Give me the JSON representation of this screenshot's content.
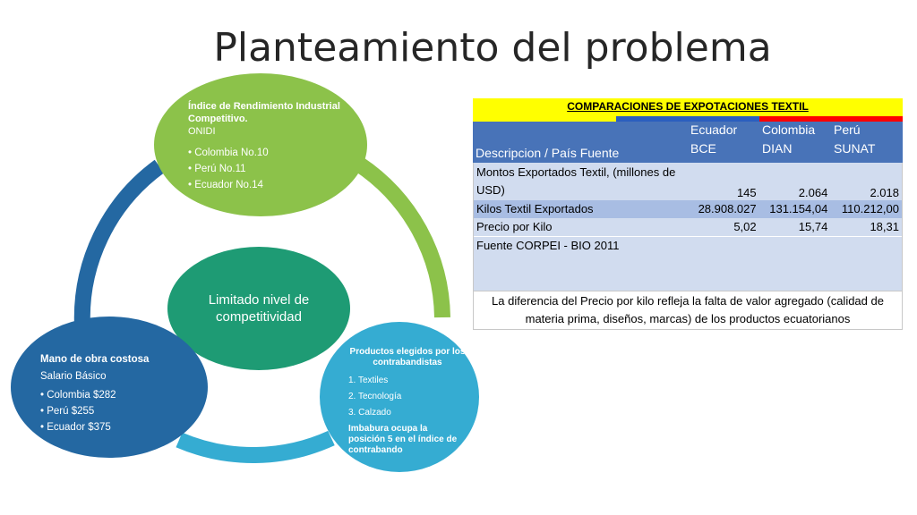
{
  "slide": {
    "title": "Planteamiento del problema"
  },
  "diagram": {
    "center": {
      "label": "Limitado nivel de competitividad"
    },
    "top": {
      "heading": "Índice de Rendimiento Industrial Competitivo.",
      "subheading": "ONIDI",
      "items": [
        "• Colombia No.10",
        "• Perú No.11",
        "• Ecuador No.14"
      ]
    },
    "right": {
      "heading": "Productos elegidos por los contrabandistas",
      "items": [
        "1. Textiles",
        "2. Tecnología",
        "3. Calzado"
      ],
      "footer": "Imbabura ocupa la posición 5 en el índice de contrabando"
    },
    "left": {
      "heading": "Mano de obra costosa",
      "subheading": "Salario Básico",
      "items": [
        "• Colombia $282",
        "• Perú $255",
        "• Ecuador $375"
      ]
    },
    "colors": {
      "top": "#8cc24a",
      "center": "#1e9b74",
      "left": "#2468a2",
      "right": "#35acd2"
    }
  },
  "table": {
    "title": "COMPARACIONES DE EXPOTACIONES TEXTIL",
    "flag_colors": [
      "#ffff00",
      "#2b5fbf",
      "#ff0000"
    ],
    "headers": {
      "description": "Descripcion / País Fuente",
      "col1": [
        "Ecuador",
        "BCE"
      ],
      "col2": [
        "Colombia",
        "DIAN"
      ],
      "col3": [
        "Perú",
        "SUNAT"
      ]
    },
    "rows": [
      {
        "label": "Montos Exportados Textil, (millones de USD)",
        "values": [
          "145",
          "2.064",
          "2.018"
        ]
      },
      {
        "label": "Kilos Textil Exportados",
        "values": [
          "28.908.027",
          "131.154,04",
          "110.212,00"
        ]
      },
      {
        "label": "Precio por Kilo",
        "values": [
          "5,02",
          "15,74",
          "18,31"
        ]
      }
    ],
    "source": "Fuente CORPEI - BIO 2011",
    "note": "La diferencia del Precio por kilo refleja la falta de valor agregado (calidad de materia prima, diseños, marcas) de los productos ecuatorianos"
  }
}
